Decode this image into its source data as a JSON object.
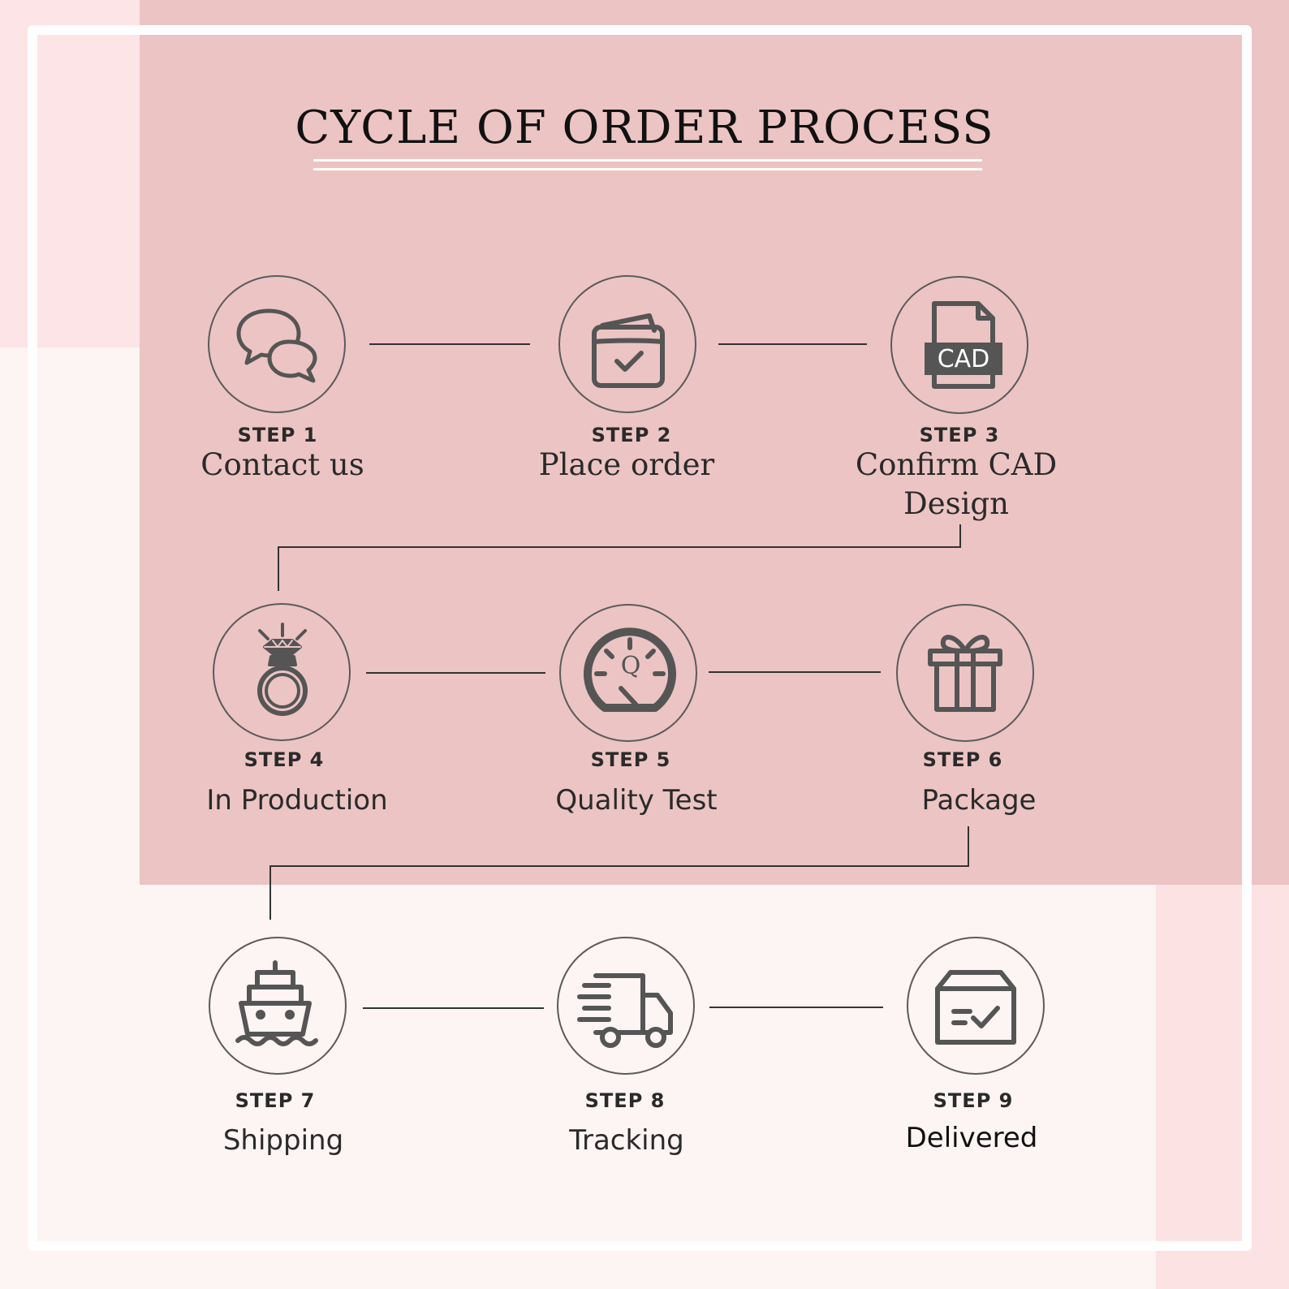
{
  "title": "CYCLE OF ORDER PROCESS",
  "steps": [
    {
      "label": "STEP 1",
      "name": "Contact us",
      "icon": "chat-bubbles-icon"
    },
    {
      "label": "STEP 2",
      "name": "Place order",
      "icon": "wallet-check-icon"
    },
    {
      "label": "STEP 3",
      "name": "Confirm CAD Design",
      "icon": "cad-file-icon",
      "icon_text": "CAD"
    },
    {
      "label": "STEP 4",
      "name": "In Production",
      "icon": "diamond-ring-icon"
    },
    {
      "label": "STEP 5",
      "name": "Quality Test",
      "icon": "quality-gauge-icon",
      "icon_text": "Q"
    },
    {
      "label": "STEP 6",
      "name": "Package",
      "icon": "gift-box-icon"
    },
    {
      "label": "STEP 7",
      "name": "Shipping",
      "icon": "ship-icon"
    },
    {
      "label": "STEP 8",
      "name": "Tracking",
      "icon": "delivery-truck-icon"
    },
    {
      "label": "STEP 9",
      "name": "Delivered",
      "icon": "delivered-box-icon"
    }
  ],
  "colors": {
    "background": "#ecc4c4",
    "light": "#fdf4f4",
    "stroke": "#555555",
    "text": "#2a2a2a"
  }
}
